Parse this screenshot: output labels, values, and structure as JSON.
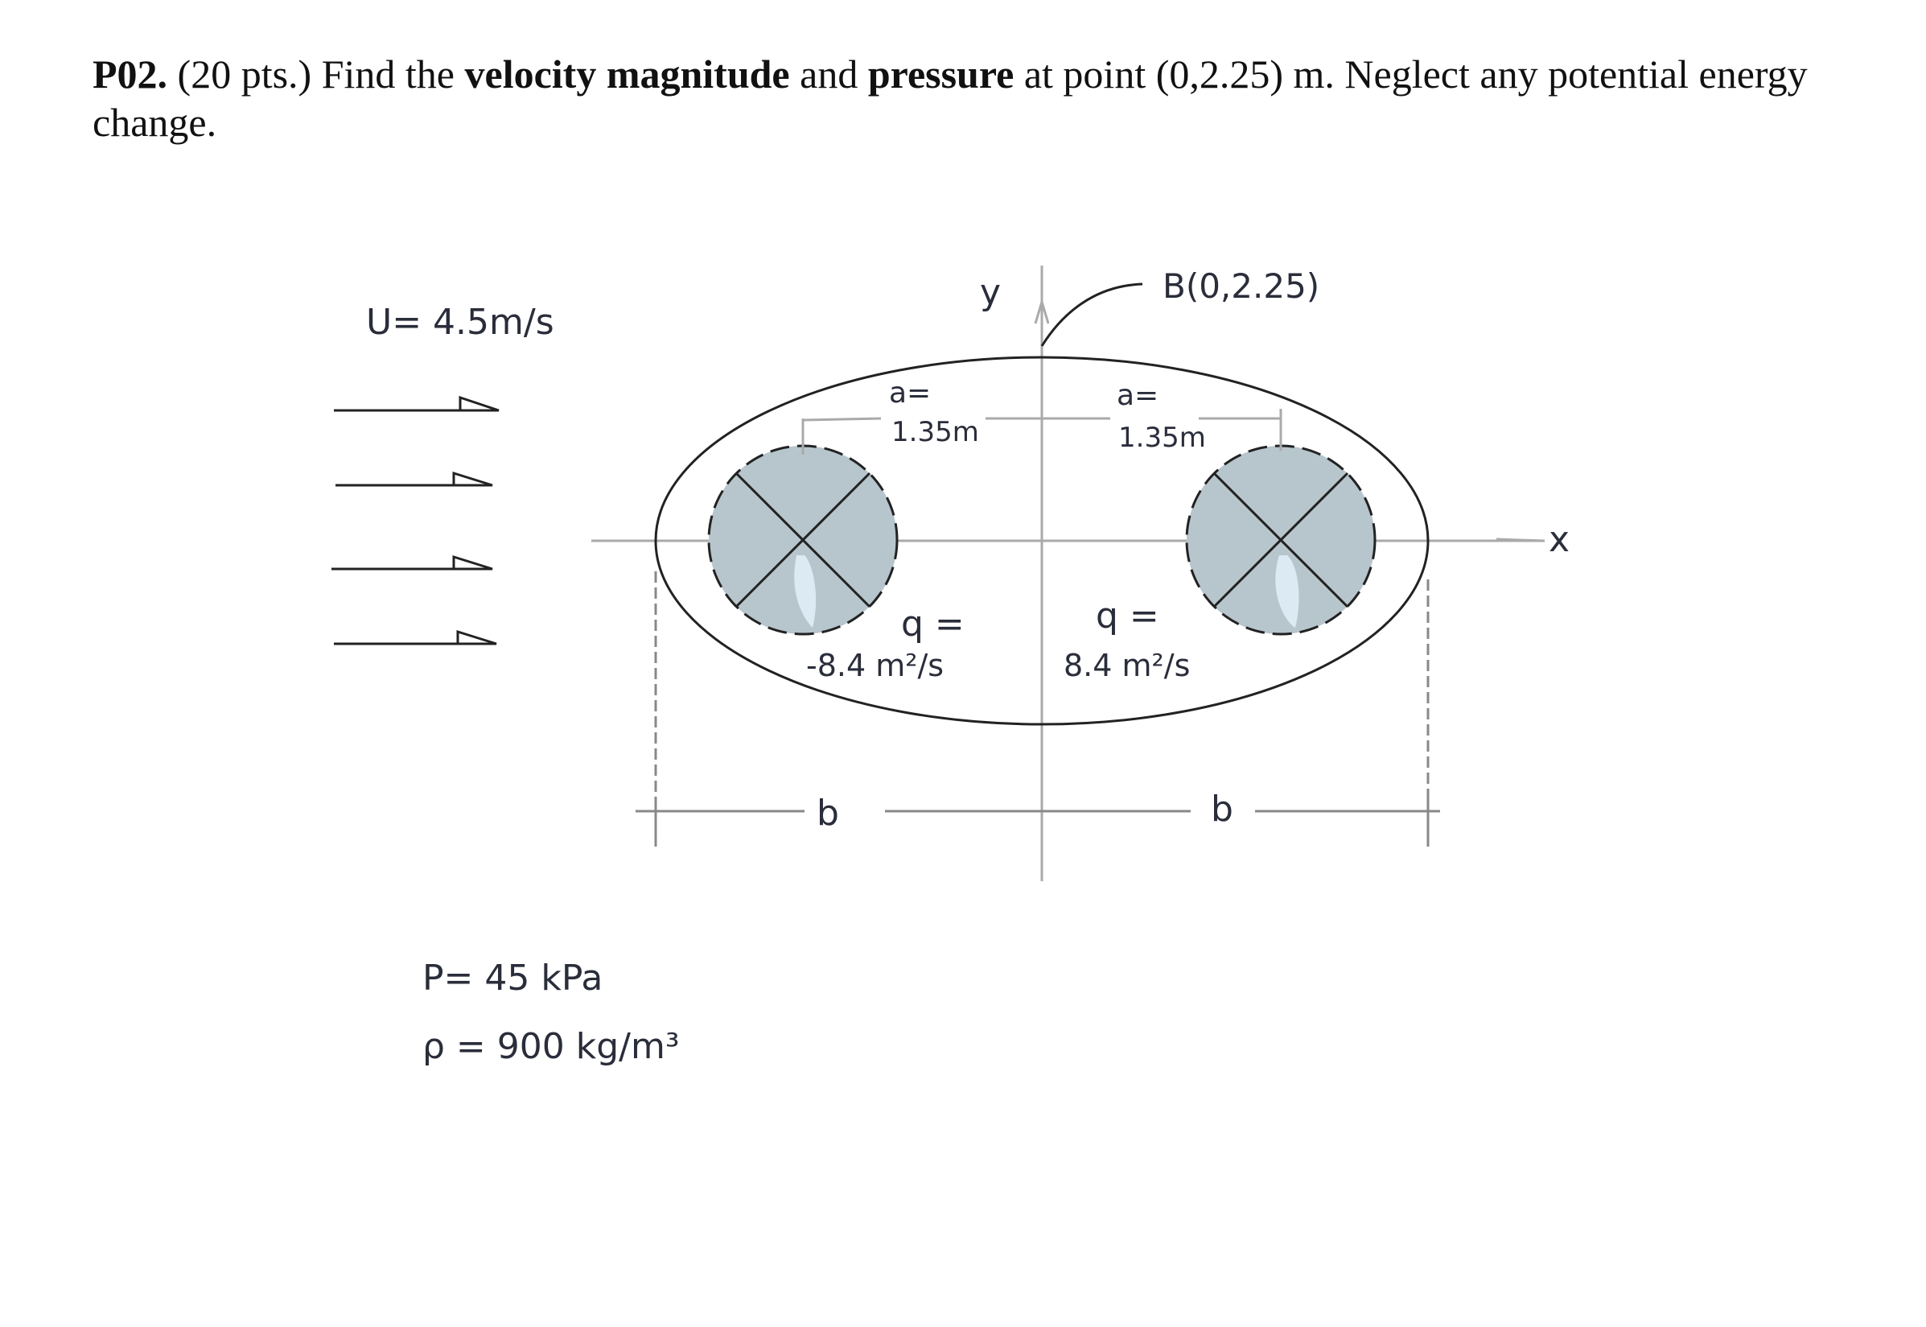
{
  "problem": {
    "id": "P02.",
    "points": "(20 pts.)",
    "text_1": "Find the",
    "bold_1": "velocity magnitude",
    "text_2": "and",
    "bold_2": "pressure",
    "text_3": "at point (0,2.25) m. Neglect any potential energy change."
  },
  "figure": {
    "free_stream": "U= 4.5m/s",
    "axis_y": "y",
    "axis_x": "x",
    "point_label": "B(0,2.25)",
    "a_label_left": "a=",
    "a_value_left": "1.35m",
    "a_label_right": "a=",
    "a_value_right": "1.35m",
    "q_label_left": "q =",
    "q_value_left": "-8.4 m²/s",
    "q_label_right": "q =",
    "q_value_right": "8.4 m²/s",
    "dim_left": "b",
    "dim_right": "b",
    "pressure": "P= 45 kPa",
    "density": "ρ = 900 kg/m³"
  }
}
